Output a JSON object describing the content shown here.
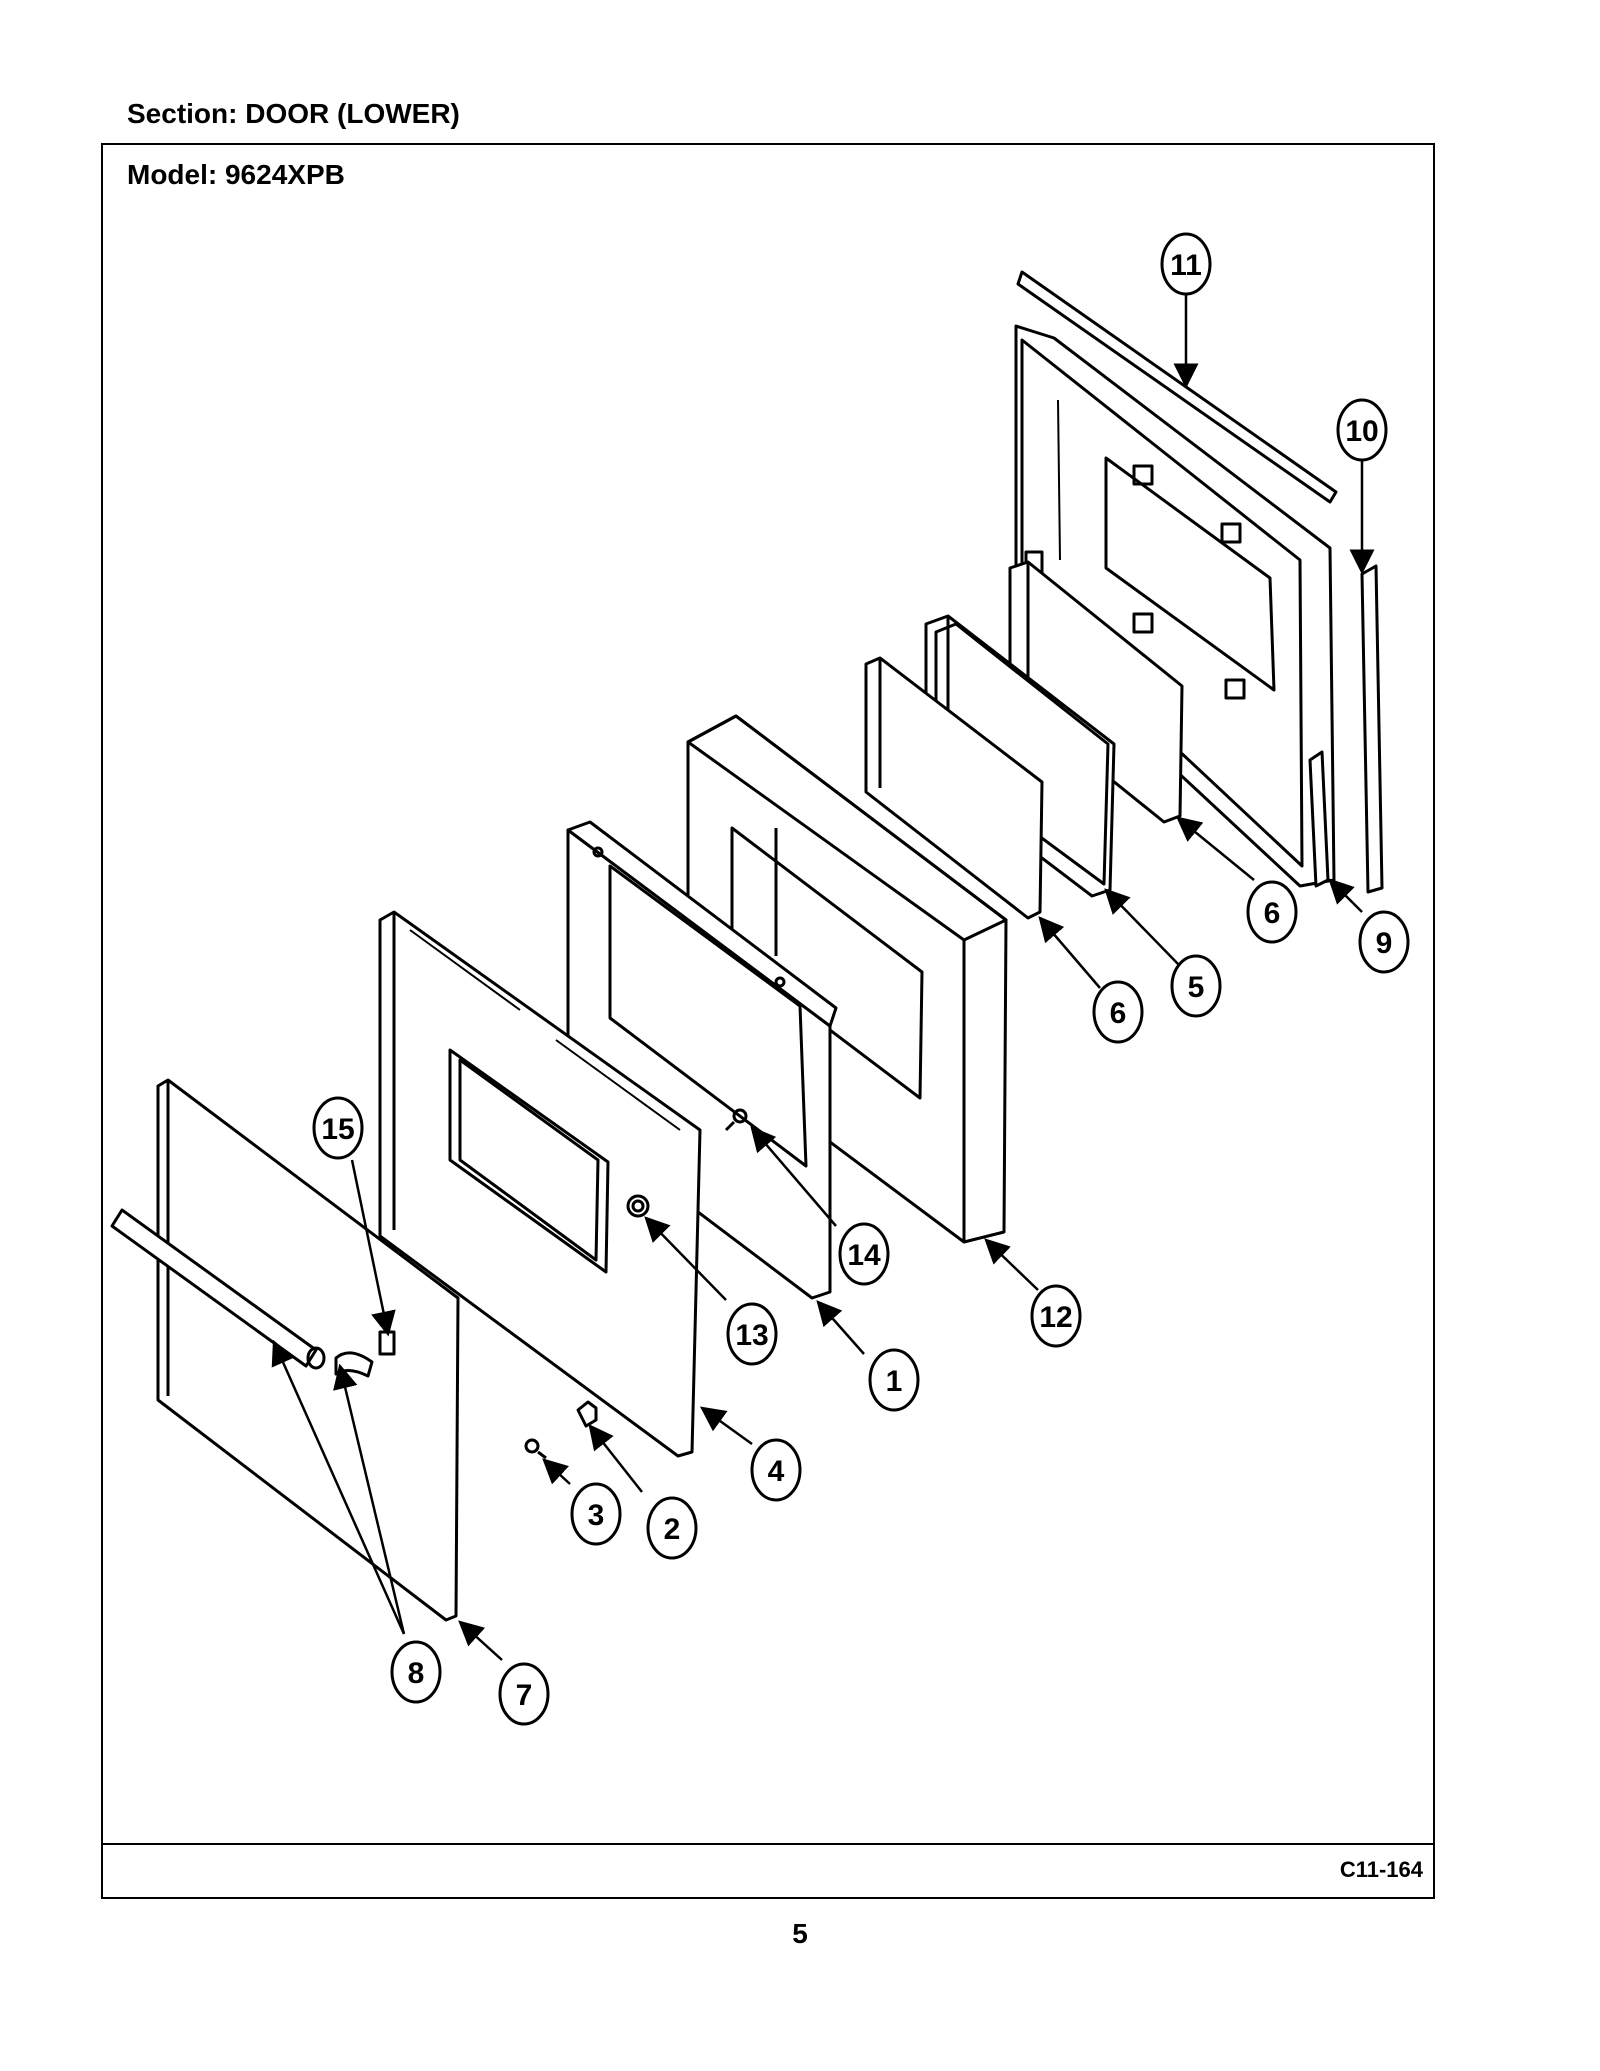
{
  "header": {
    "section": "Section:  DOOR (LOWER)"
  },
  "frame": {
    "model": "Model:  9624XPB",
    "code": "C11-164"
  },
  "page_number": "5",
  "callouts": {
    "c1": "1",
    "c2": "2",
    "c3": "3",
    "c4": "4",
    "c5": "5",
    "c6a": "6",
    "c6b": "6",
    "c7": "7",
    "c8": "8",
    "c9": "9",
    "c10": "10",
    "c11": "11",
    "c12": "12",
    "c13": "13",
    "c14": "14",
    "c15": "15"
  }
}
